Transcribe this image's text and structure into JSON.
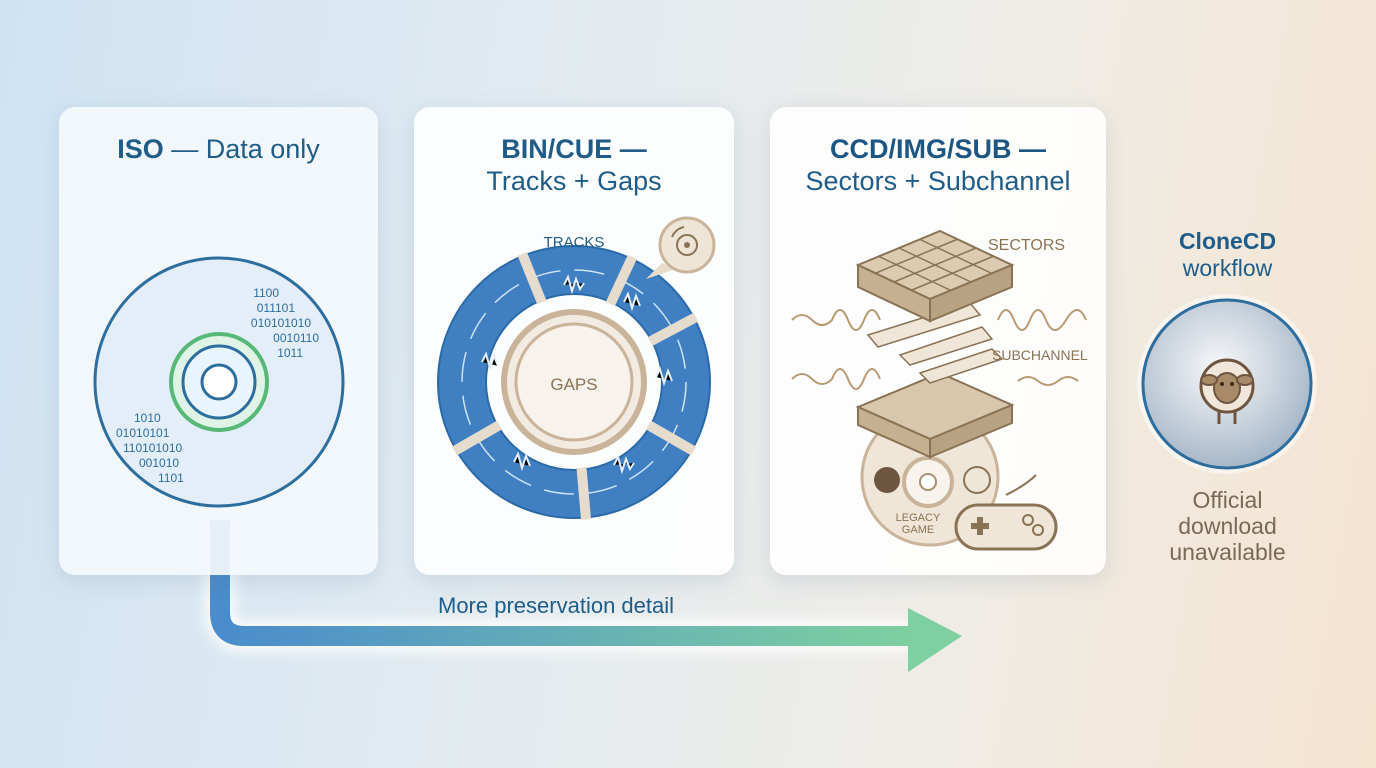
{
  "iso": {
    "title_bold": "ISO",
    "title_rest": " — Data only",
    "binary_top": [
      "1100",
      "011101",
      "010101010",
      "0010110",
      "1011"
    ],
    "binary_bottom": [
      "1010",
      "01010101",
      "110101010",
      "001010",
      "1101"
    ]
  },
  "bincue": {
    "title_line1": "BIN/CUE —",
    "title_line2": "Tracks + Gaps",
    "tracks_label": "TRACKS",
    "gaps_label": "GAPS"
  },
  "ccd": {
    "title_line1": "CCD/IMG/SUB —",
    "title_line2": "Sectors + Subchannel",
    "sectors_label": "SECTORS",
    "subchannel_label": "SUBCHANNEL",
    "legacy_line1": "LEGACY",
    "legacy_line2": "GAME"
  },
  "flow": {
    "label": "More preservation detail"
  },
  "clonecd": {
    "title": "CloneCD",
    "subtitle": "workflow",
    "note_line1": "Official",
    "note_line2": "download",
    "note_line3": "unavailable",
    "icon": "sheep-disc-icon"
  },
  "colors": {
    "blue": "#1f5c88",
    "light_blue": "#4a8ccc",
    "green": "#6fc7a0",
    "tan": "#c9b49a",
    "brown": "#8a7355"
  }
}
